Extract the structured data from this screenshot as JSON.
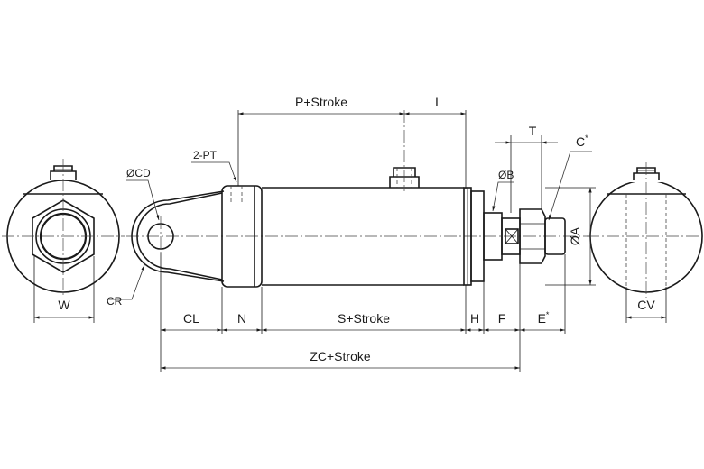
{
  "labels": {
    "p_stroke": "P+Stroke",
    "i": "I",
    "t": "T",
    "c": "C",
    "c_star": "*",
    "two_pt": "2-PT",
    "cd": "ØCD",
    "b": "ØB",
    "a": "ØA",
    "cr": "CR",
    "w": "W",
    "cv": "CV",
    "cl": "CL",
    "n": "N",
    "s_stroke": "S+Stroke",
    "h": "H",
    "f": "F",
    "e": "E",
    "e_star": "*",
    "zc_stroke": "ZC+Stroke"
  }
}
